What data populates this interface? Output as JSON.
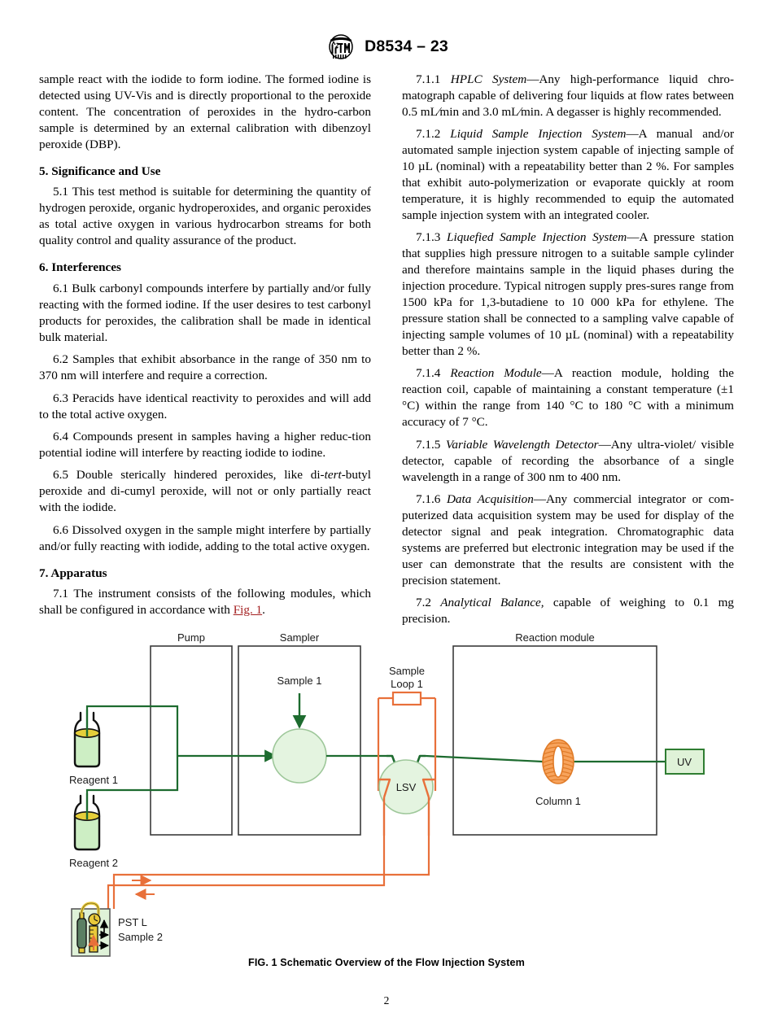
{
  "header": {
    "logo_name": "astm-logo",
    "designation": "D8534 – 23"
  },
  "left_column": {
    "intro_paragraph": "sample react with the iodide to form iodine. The formed iodine is detected using UV-Vis and is directly proportional to the peroxide content. The concentration of peroxides in the hydro-carbon sample is determined by an external calibration with dibenzoyl peroxide (DBP).",
    "section5_heading": "5.  Significance and Use",
    "p_5_1": "5.1  This test method is suitable for determining the quantity of hydrogen peroxide, organic hydroperoxides, and organic peroxides as total active oxygen in various hydrocarbon streams for both quality control and quality assurance of the product.",
    "section6_heading": "6.  Interferences",
    "p_6_1": "6.1  Bulk carbonyl compounds interfere by partially and/or fully reacting with the formed iodine. If the user desires to test carbonyl products for peroxides, the calibration shall be made in identical bulk material.",
    "p_6_2": "6.2  Samples that exhibit absorbance in the range of 350 nm to 370 nm will interfere and require a correction.",
    "p_6_3": "6.3  Peracids have identical reactivity to peroxides and will add to the total active oxygen.",
    "p_6_4": "6.4  Compounds present in samples having a higher reduc-tion potential iodine will interfere by reacting iodide to iodine.",
    "p_6_5_a": "6.5  Double sterically hindered peroxides, like di-",
    "p_6_5_italic": "tert",
    "p_6_5_b": "-butyl peroxide and di-cumyl peroxide, will not or only partially react with the iodide.",
    "p_6_6": "6.6 Dissolved oxygen in the sample might interfere by partially and/or fully reacting with iodide, adding to the total active oxygen.",
    "section7_heading": "7.  Apparatus",
    "p_7_1_a": "7.1  The instrument consists of the following modules, which shall be configured in accordance with ",
    "p_7_1_link": "Fig. 1",
    "p_7_1_b": "."
  },
  "right_column": {
    "p_7_1_1_num": "7.1.1  ",
    "p_7_1_1_title": "HPLC System",
    "p_7_1_1_body": "—Any high-performance liquid chro-matograph capable of delivering four liquids at flow rates between 0.5 mL∕min and 3.0 mL∕min. A degasser is highly recommended.",
    "p_7_1_2_num": "7.1.2  ",
    "p_7_1_2_title": "Liquid Sample Injection System",
    "p_7_1_2_body": "—A manual and/or automated sample injection system capable of injecting sample of 10 µL (nominal) with a repeatability better than 2 %. For samples that exhibit auto-polymerization or evaporate quickly at room temperature, it is highly recommended to equip the automated sample injection system with an integrated cooler.",
    "p_7_1_3_num": "7.1.3  ",
    "p_7_1_3_title": "Liquefied Sample Injection System",
    "p_7_1_3_body": "—A pressure station that supplies high pressure nitrogen to a suitable sample cylinder and therefore maintains sample in the liquid phases during the injection procedure. Typical nitrogen supply pres-sures range from 1500 kPa for 1,3-butadiene to 10 000 kPa for ethylene. The pressure station shall be connected to a sampling valve capable of injecting sample volumes of 10 µL (nominal) with a repeatability better than 2 %.",
    "p_7_1_4_num": "7.1.4  ",
    "p_7_1_4_title": "Reaction Module",
    "p_7_1_4_body": "—A reaction module, holding the reaction coil, capable of maintaining a constant temperature (±1 °C) within the range from 140 °C to 180 °C with a minimum accuracy of 7 °C.",
    "p_7_1_5_num": "7.1.5  ",
    "p_7_1_5_title": "Variable Wavelength Detector",
    "p_7_1_5_body": "—Any ultra-violet/ visible detector, capable of recording the absorbance of a single wavelength in a range of 300 nm to 400 nm.",
    "p_7_1_6_num": "7.1.6  ",
    "p_7_1_6_title": "Data Acquisition",
    "p_7_1_6_body": "—Any commercial integrator or com-puterized data acquisition system may be used for display of the detector signal and peak integration. Chromatographic data systems are preferred but electronic integration may be used if the user can demonstrate that the results are consistent with the precision statement.",
    "p_7_2_num": "7.2  ",
    "p_7_2_title": "Analytical Balance,",
    "p_7_2_body": " capable of weighing to 0.1 mg precision."
  },
  "figure": {
    "caption": "FIG. 1 Schematic Overview of the Flow Injection System",
    "labels": {
      "pump": "Pump",
      "sampler": "Sampler",
      "reaction_module": "Reaction module",
      "sample_1": "Sample 1",
      "sample_loop_1_line1": "Sample",
      "sample_loop_1_line2": "Loop 1",
      "reagent_1": "Reagent 1",
      "reagent_2": "Reagent 2",
      "lsv": "LSV",
      "column_1": "Column 1",
      "uv": "UV",
      "pst_l": "PST L",
      "sample_2": "Sample 2"
    },
    "colors": {
      "flow_green": "#1d6b2f",
      "flow_orange": "#e8703a",
      "module_border": "#3b3b3b",
      "fill_light_green": "#e4f4e0",
      "liquid_green": "#cdeec4",
      "liquid_yellow": "#e8cf3c",
      "coil_orange": "#f08a3c"
    }
  },
  "footer": {
    "page_number": "2"
  }
}
